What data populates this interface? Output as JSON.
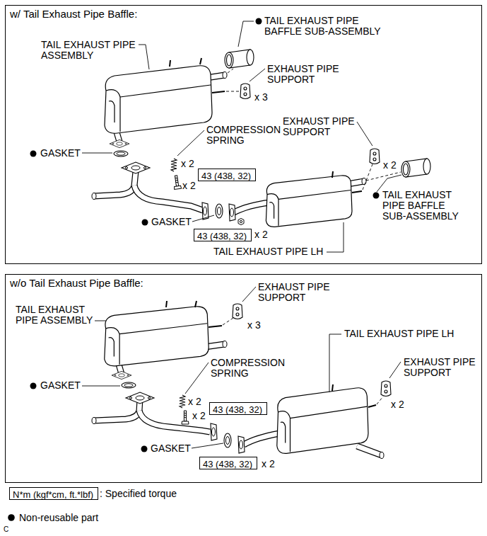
{
  "diagram": {
    "nodes": [
      {
        "text": [
          "w/ Tail Exhaust Pipe Baffle:"
        ]
      },
      {
        "text": [
          "43 (438, 32)"
        ],
        "in": 0
      },
      {
        "text": [
          "43 (438, 32)"
        ],
        "in": 0
      },
      {
        "text": [
          "w/o Tail Exhaust Pipe Baffle:"
        ]
      },
      {
        "text": [
          "43 (438, 32)"
        ],
        "in": 3
      },
      {
        "text": [
          "43 (438, 32)"
        ],
        "in": 3
      },
      {
        "text": [
          "N*m (kgf*cm, ft.*lbf)"
        ]
      }
    ],
    "labels": [
      "TAIL EXHAUST PIPE BAFFLE SUB-ASSEMBLY",
      "TAIL EXHAUST PIPE ASSEMBLY",
      "EXHAUST PIPE SUPPORT",
      "x 3",
      "EXHAUST PIPE SUPPORT",
      "COMPRESSION SPRING",
      "GASKET",
      "x 2",
      "x 2",
      "TAIL EXHAUST PIPE BAFFLE SUB-ASSEMBLY",
      "x 2",
      "GASKET",
      "x 2",
      "TAIL EXHAUST PIPE LH",
      "TAIL EXHAUST PIPE ASSEMBLY",
      "EXHAUST PIPE SUPPORT",
      "x 3",
      "TAIL EXHAUST PIPE LH",
      "GASKET",
      "COMPRESSION SPRING",
      "x 2",
      "x 2",
      "EXHAUST PIPE SUPPORT",
      "x 2",
      "GASKET",
      "x 2",
      "C"
    ],
    "legend": [
      {
        "text": ": Specified torque"
      },
      {
        "text": "Non-reusable part"
      }
    ]
  }
}
